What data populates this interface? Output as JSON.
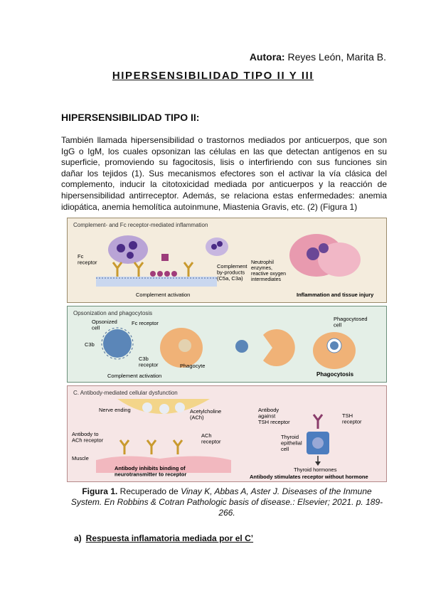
{
  "author": {
    "label": "Autora:",
    "name": "Reyes León, Marita B."
  },
  "title": "HIPERSENSIBILIDAD TIPO II Y III",
  "section_heading": "HIPERSENSIBILIDAD TIPO II:",
  "paragraph": "También llamada hipersensibilidad o trastornos mediados por anticuerpos, que son IgG o IgM, los cuales opsonizan las células en las que detectan antígenos en su superficie, promoviendo su fagocitosis, lisis o interfiriendo con sus funciones sin dañar los tejidos (1). Sus mecanismos efectores son el activar la vía clásica del complemento, inducir la citotoxicidad mediada por anticuerpos y la reacción de hipersensibilidad antirreceptor. Además, se relaciona estas enfermedades: anemia idiopática, anemia hemolítica autoinmune, Miastenia Gravis, etc. (2) (Figura 1)",
  "figure": {
    "panel_a": {
      "title": "Complement- and Fc receptor-mediated inflammation",
      "fc_receptor": "Fc\nreceptor",
      "complement_activation": "Complement activation",
      "byproducts": "Complement\nby-products\n(C5a, C3a)",
      "neutrophil": "Neutrophil\nenzymes,\nreactive oxygen\nintermediates",
      "result": "Inflammation and tissue injury"
    },
    "panel_b": {
      "title": "Opsonization and phagocytosis",
      "opsonized_cell": "Opsonized\ncell",
      "fc_receptor": "Fc receptor",
      "c3b": "C3b",
      "c3b_receptor": "C3b\nreceptor",
      "phagocyte": "Phagocyte",
      "complement_activation": "Complement activation",
      "phagocytosed_cell": "Phagocytosed\ncell",
      "result": "Phagocytosis"
    },
    "panel_c": {
      "title": "C. Antibody-mediated cellular dysfunction",
      "nerve_ending": "Nerve ending",
      "acetylcholine": "Acetylcholine\n(ACh)",
      "antibody_ach": "Antibody to\nACh receptor",
      "ach_receptor": "ACh\nreceptor",
      "muscle": "Muscle",
      "result_left": "Antibody inhibits binding of\nneurotransmitter to receptor",
      "antibody_tsh": "Antibody\nagainst\nTSH receptor",
      "tsh_receptor": "TSH\nreceptor",
      "thyroid_cell": "Thyroid\nepithelial\ncell",
      "thyroid_hormones": "Thyroid hormones",
      "result_right": "Antibody stimulates receptor without hormone"
    }
  },
  "caption": {
    "label": "Figura 1.",
    "lead": "Recuperado de",
    "citation": "Vinay K, Abbas A, Aster J. Diseases of the Inmune System. En Robbins & Cotran Pathologic basis of disease.: Elsevier; 2021. p. 189-266."
  },
  "subsection": {
    "marker": "a)",
    "text": "Respuesta inflamatoria mediada por el C’"
  }
}
